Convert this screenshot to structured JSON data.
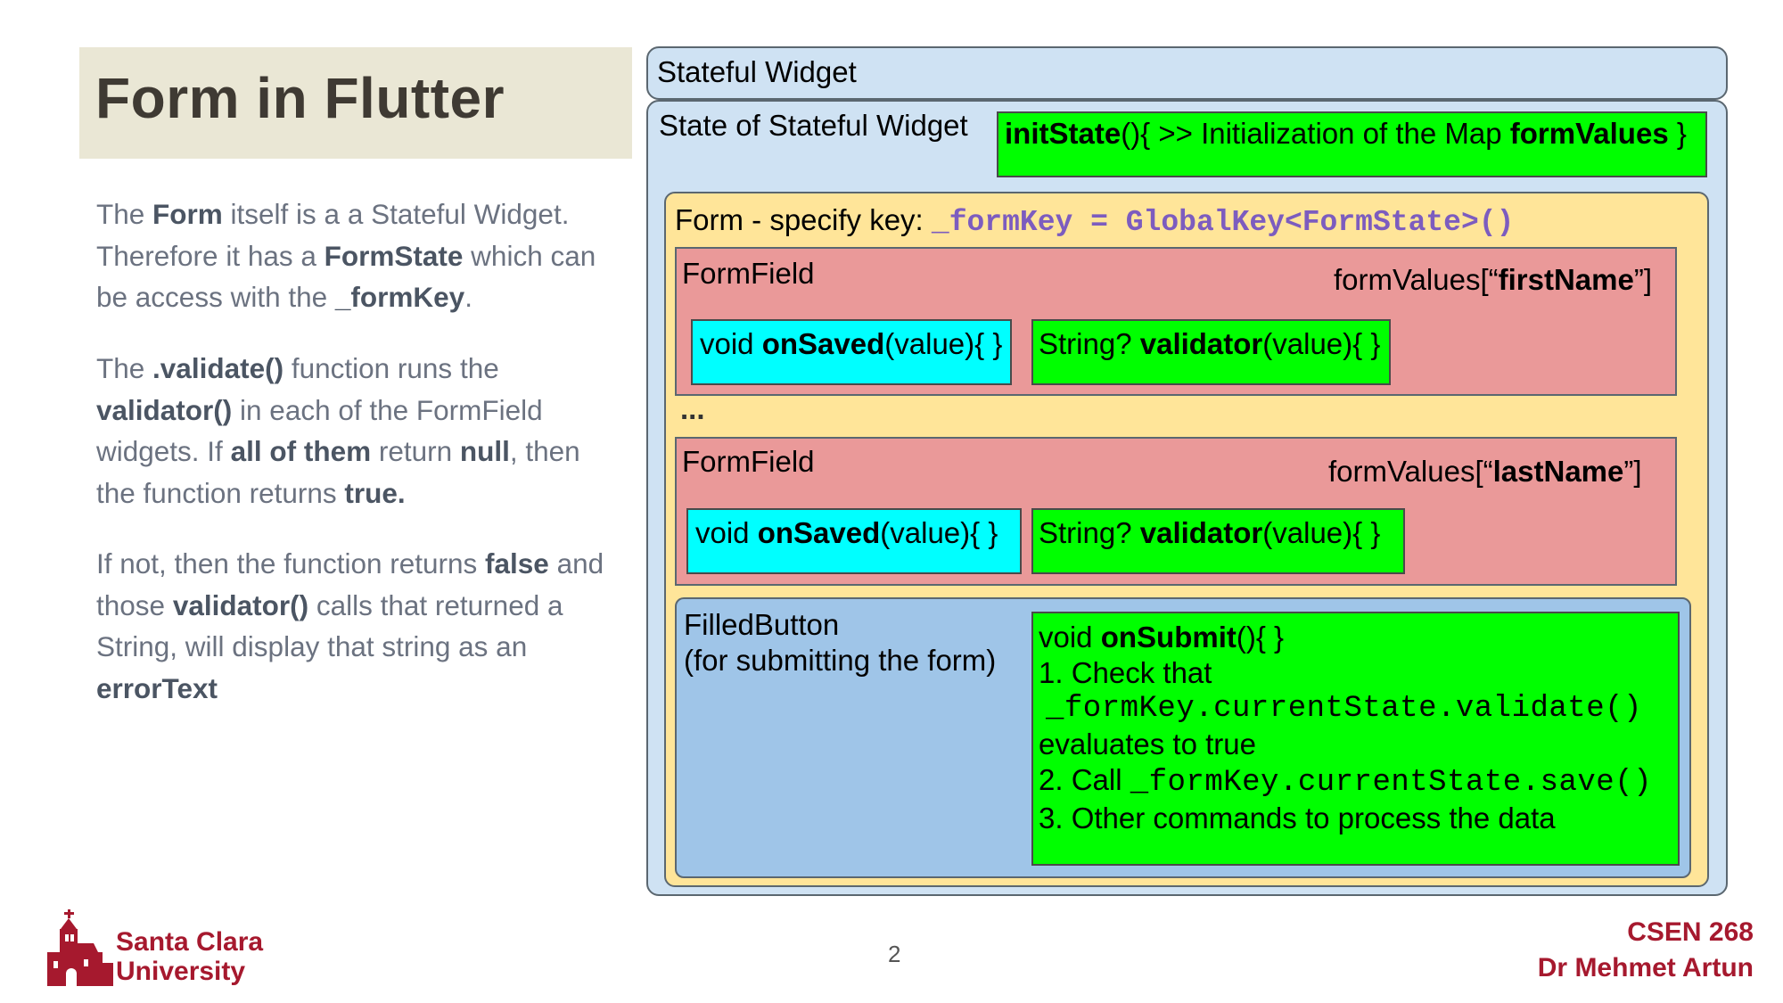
{
  "slide": {
    "title": "Form in Flutter",
    "page_number": "2"
  },
  "left_text": {
    "p1": [
      {
        "t": "The ",
        "b": false
      },
      {
        "t": "Form",
        "b": true
      },
      {
        "t": " itself is a a Stateful Widget. Therefore it has a ",
        "b": false
      },
      {
        "t": "FormState",
        "b": true
      },
      {
        "t": " which can be access with the ",
        "b": false
      },
      {
        "t": "_formKey",
        "b": true
      },
      {
        "t": ".",
        "b": false
      }
    ],
    "p2": [
      {
        "t": "The ",
        "b": false
      },
      {
        "t": ".validate()",
        "b": true
      },
      {
        "t": " function runs the ",
        "b": false
      },
      {
        "t": "validator()",
        "b": true
      },
      {
        "t": " in each of the FormField widgets. If ",
        "b": false
      },
      {
        "t": "all of them",
        "b": true
      },
      {
        "t": " return ",
        "b": false
      },
      {
        "t": "null",
        "b": true
      },
      {
        "t": ", then the function returns ",
        "b": false
      },
      {
        "t": "true.",
        "b": true
      }
    ],
    "p3": [
      {
        "t": "If not, then the function returns ",
        "b": false
      },
      {
        "t": "false",
        "b": true
      },
      {
        "t": " and those  ",
        "b": false
      },
      {
        "t": "validator()",
        "b": true
      },
      {
        "t": " calls that returned a String, will display that string as an ",
        "b": false
      },
      {
        "t": "errorText",
        "b": true
      }
    ]
  },
  "diagram": {
    "stateful_widget": "Stateful Widget",
    "state_of_widget": "State of Stateful Widget",
    "init_state": {
      "name": "initState",
      "mid": "(){ >> Initialization of the Map ",
      "map": "formValues",
      "end": " }"
    },
    "form": {
      "label": "Form - specify key: ",
      "code": "_formKey = GlobalKey<FormState>()"
    },
    "field1": {
      "label": "FormField",
      "key_prefix": "formValues[“",
      "key_name": "firstName",
      "key_suffix": "”]"
    },
    "field2": {
      "label": "FormField",
      "key_prefix": "formValues[“",
      "key_name": "lastName",
      "key_suffix": "”]"
    },
    "on_saved": {
      "pre": "void ",
      "name": "onSaved",
      "post": "(value){ }"
    },
    "validator": {
      "pre": "String? ",
      "name": "validator",
      "post": "(value){ }"
    },
    "ellipsis": "...",
    "button": {
      "line1": "FilledButton",
      "line2": "(for submitting the form)"
    },
    "on_submit": {
      "pre": "void ",
      "name": "onSubmit",
      "post": "(){  }",
      "step1": "1. Check that",
      "step1_code": "_formKey.currentState.validate()",
      "step1_end": "evaluates to  true",
      "step2": "2. Call ",
      "step2_code": "_formKey.currentState.save()",
      "step3": "3. Other commands to process the data"
    }
  },
  "footer": {
    "university_line1": "Santa Clara",
    "university_line2": "University",
    "course": "CSEN 268",
    "instructor": "Dr Mehmet Artun"
  },
  "colors": {
    "title_bg": "#eae7d5",
    "state_bg": "#cfe2f3",
    "form_bg": "#ffe599",
    "field_bg": "#ea9999",
    "button_bg": "#9fc5e8",
    "green": "#00ff00",
    "cyan": "#00ffff",
    "scu_red": "#a6192e",
    "code_purple": "#7c5cbf"
  }
}
